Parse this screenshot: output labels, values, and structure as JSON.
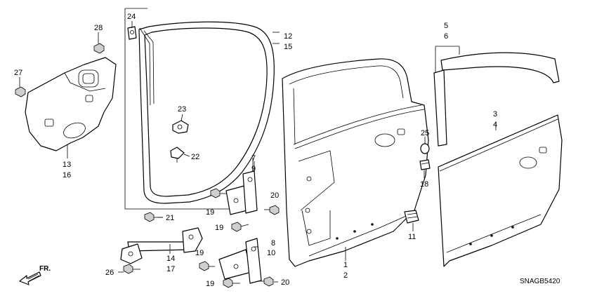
{
  "callouts": {
    "c1": "1",
    "c2": "2",
    "c3": "3",
    "c4": "4",
    "c5": "5",
    "c6": "6",
    "c7": "7",
    "c8": "8",
    "c9": "9",
    "c10": "10",
    "c11": "11",
    "c12": "12",
    "c13": "13",
    "c14": "14",
    "c15": "15",
    "c16": "16",
    "c17": "17",
    "c18": "18",
    "c19a": "19",
    "c19b": "19",
    "c19c": "19",
    "c19d": "19",
    "c20a": "20",
    "c20b": "20",
    "c21": "21",
    "c22": "22",
    "c23": "23",
    "c24": "24",
    "c25": "25",
    "c26": "26",
    "c27": "27",
    "c28": "28"
  },
  "direction_label": "FR.",
  "diagram_code": "SNAGB5420"
}
